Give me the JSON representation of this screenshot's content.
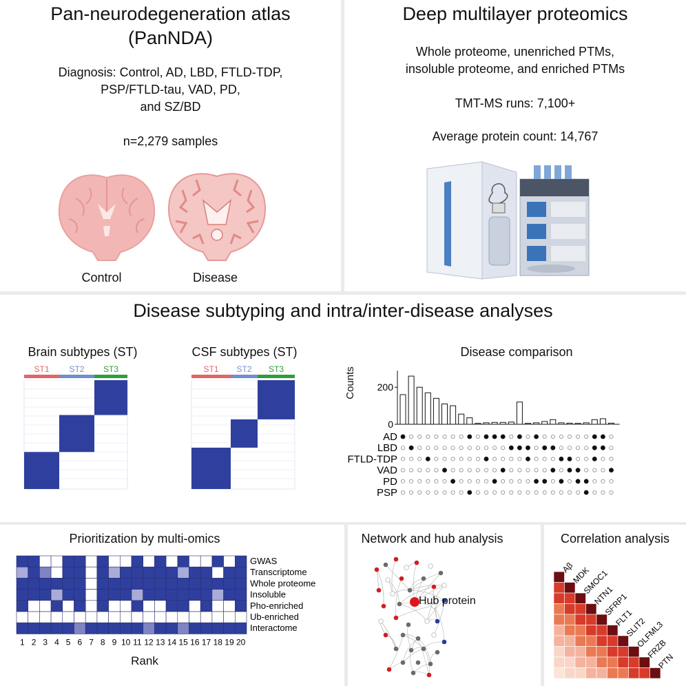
{
  "atlas": {
    "title_line1": "Pan-neurodegeneration atlas",
    "title_line2": "(PanNDA)",
    "diagnosis_line1": "Diagnosis: Control, AD, LBD, FTLD-TDP,",
    "diagnosis_line2": "PSP/FTLD-tau, VAD, PD,",
    "diagnosis_line3": "and SZ/BD",
    "samples": "n=2,279 samples",
    "control_label": "Control",
    "disease_label": "Disease"
  },
  "proteomics": {
    "title": "Deep multilayer proteomics",
    "layers_line1": "Whole proteome, unenriched PTMs,",
    "layers_line2": "insoluble proteome, and enriched PTMs",
    "runs": "TMT-MS runs: 7,100+",
    "protein_count": "Average protein count: 14,767"
  },
  "subtyping": {
    "title": "Disease subtyping and intra/inter-disease analyses",
    "brain_title": "Brain subtypes (ST)",
    "csf_title": "CSF subtypes (ST)",
    "subtypes": [
      {
        "label": "ST1",
        "color": "#e06666"
      },
      {
        "label": "ST2",
        "color": "#6f8fcf"
      },
      {
        "label": "ST3",
        "color": "#2e9e3a"
      }
    ],
    "matrix_color": "#2f3f9e"
  },
  "chart_data": {
    "type": "bar",
    "title": "Disease comparison",
    "ylabel": "Counts",
    "ylim": [
      0,
      290
    ],
    "yticks": [
      0,
      200
    ],
    "values": [
      160,
      260,
      200,
      170,
      140,
      110,
      100,
      55,
      35,
      5,
      8,
      10,
      10,
      12,
      120,
      5,
      8,
      15,
      25,
      8,
      6,
      5,
      8,
      25,
      30,
      6
    ],
    "rows": [
      "AD",
      "LBD",
      "FTLD-TDP",
      "VAD",
      "PD",
      "PSP"
    ],
    "membership": [
      [
        1,
        0,
        0,
        0,
        0,
        0
      ],
      [
        0,
        1,
        0,
        0,
        0,
        0
      ],
      [
        0,
        0,
        0,
        0,
        0,
        0
      ],
      [
        0,
        0,
        1,
        0,
        0,
        0
      ],
      [
        0,
        0,
        0,
        0,
        0,
        0
      ],
      [
        0,
        0,
        0,
        1,
        0,
        0
      ],
      [
        0,
        0,
        0,
        0,
        1,
        0
      ],
      [
        0,
        0,
        0,
        0,
        0,
        0
      ],
      [
        1,
        0,
        0,
        0,
        0,
        1
      ],
      [
        0,
        0,
        0,
        0,
        0,
        0
      ],
      [
        1,
        0,
        1,
        0,
        0,
        0
      ],
      [
        1,
        0,
        0,
        0,
        1,
        0
      ],
      [
        1,
        0,
        0,
        1,
        0,
        0
      ],
      [
        0,
        1,
        0,
        0,
        0,
        0
      ],
      [
        1,
        1,
        0,
        0,
        0,
        0
      ],
      [
        0,
        1,
        1,
        0,
        0,
        0
      ],
      [
        1,
        0,
        0,
        0,
        1,
        0
      ],
      [
        0,
        1,
        0,
        0,
        1,
        0
      ],
      [
        0,
        1,
        0,
        1,
        0,
        0
      ],
      [
        0,
        0,
        1,
        0,
        1,
        0
      ],
      [
        0,
        0,
        1,
        1,
        0,
        0
      ],
      [
        0,
        0,
        0,
        1,
        1,
        0
      ],
      [
        0,
        0,
        0,
        0,
        1,
        1
      ],
      [
        1,
        1,
        1,
        0,
        0,
        0
      ],
      [
        1,
        1,
        0,
        0,
        0,
        0
      ],
      [
        0,
        0,
        0,
        1,
        0,
        0
      ]
    ]
  },
  "prioritization": {
    "title": "Prioritization by multi-omics",
    "xlabel": "Rank",
    "ranks": [
      "1",
      "2",
      "3",
      "4",
      "5",
      "6",
      "7",
      "8",
      "9",
      "10",
      "11",
      "12",
      "13",
      "14",
      "15",
      "16",
      "17",
      "18",
      "19",
      "20"
    ],
    "rows": [
      "GWAS",
      "Transcriptome",
      "Whole proteome",
      "Insoluble",
      "Pho-enriched",
      "Ub-enriched",
      "Interactome"
    ],
    "colors": {
      "full": "#2f3f9e",
      "light": "#a9acd8",
      "mid": "#7f85c4",
      "empty": "#ffffff"
    },
    "grid": [
      "FFEEFFEFEEFEFEFEEFEF",
      "LFMEFFEFLFFFFFLFFEFF",
      "FFFFFFEFFFFFFFFFFFFF",
      "FFFLFFEFFFLFFFFFFLFF",
      "FEEFEFEFEEFEEFFEFEEF",
      "EEEEEEEEEEEEEEEEEEEE",
      "FFFFFMFFFFFMFFMFFFFF"
    ]
  },
  "network": {
    "title": "Network and hub analysis",
    "hub_label": "Hub protein"
  },
  "correlation": {
    "title": "Correlation analysis",
    "proteins": [
      "Aβ",
      "MDK",
      "SMOC1",
      "NTN1",
      "SFRP1",
      "FLT1",
      "SLIT2",
      "OLFML3",
      "FRZB",
      "PTN"
    ]
  }
}
